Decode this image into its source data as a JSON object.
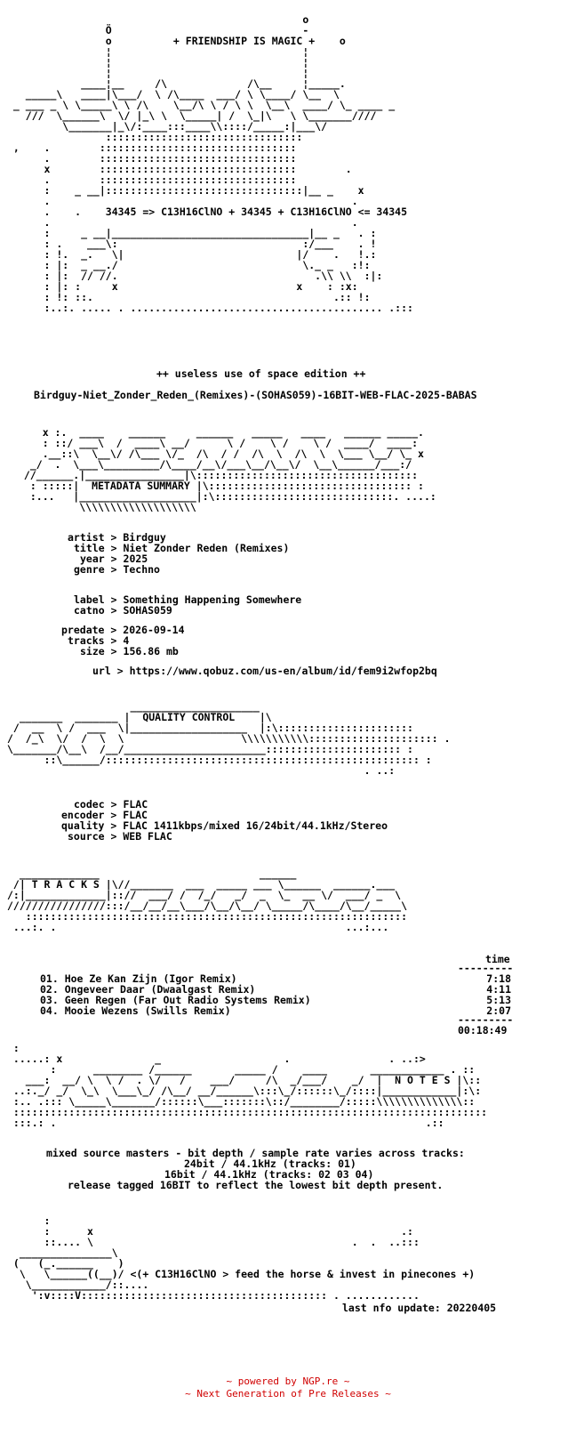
{
  "nfo": {
    "header_lines": [
      "                                                                ",
      "                                                o              ",
      "                Ö                               -              ",
      "                o          + FRIENDSHIP IS MAGIC +    o              ",
      "                ¦                               ¦              ",
      "                ¦                               ¦              ",
      "                ¦                               ¦              ",
      "            ____¦__     /\\             /\\__     ¦_____.        ",
      "   _____\\   ____|\\___/  \\ /\\____  ___/ \\ \\____/ \\__  \\        ",
      " _ ___ _ \\ \\_____\\ \\ /\\    \\__/\\ \\ / \\ \\  \\__\\  ____/ \\_ ____ _",
      "   ///  \\______\\  \\/ |_\\ \\  \\_____| /  \\_|\\   \\ \\_______//// ",
      "         \\_______|_\\/:____:::____\\\\::::/_____:|___\\/      ",
      "                ::::::::::::::::::::::::::::::::                 ",
      " ,    .        ::::::::::::::::::::::::::::::::                 ",
      "      .        ::::::::::::::::::::::::::::::::                 ",
      "      x        ::::::::::::::::::::::::::::::::        .        ",
      "      .        ::::::::::::::::::::::::::::::::                 ",
      "      :    _ __|::::::::::::::::::::::::::::::::|__ _    x       ",
      "      .                                                 .       ",
      "      .    .    34345 => C13H16ClNO + 34345 + C13H16ClNO <= 34345",
      "      .                                                 .       ",
      "      :     _ __|________________________________|__ _   . :    ",
      "      : .    ___\\:                              :/___    . !    ",
      "      : !.  _.   \\|                            |/    .   !.:    ",
      "      : |:  _ __./                              \\._ _   :!:    ",
      "      : |:  // //.                                .\\\\ \\\\  :|:    ",
      "      : |: :     x                             x    : :x:    ",
      "      : !: ::.                                       .:: !:    ",
      "      :..:. ..... . ......................................... .:::    "
    ],
    "edition": "++ useless use of space edition ++",
    "release_name": "Birdguy-Niet_Zonder_Reden_(Remixes)-(SOHAS059)-16BIT-WEB-FLAC-2025-BABAS",
    "metadata_art": [
      "    x :.  ____    ______     ______   _____   ____   ______ _____.   ",
      "    : ::/ ___\\  /  ____\\ __/      \\ /    \\ /    \\ /  ____/  ____:   ",
      "    .__::\\  \\__\\/ /\\___ \\/_  /\\  / /  /\\  \\  /\\  \\  \\___ \\__/ \\_ x ",
      "  _/  .  \\___\\_________/\\____/__\\/___\\__/\\__\\/  \\__\\______/___:/   ",
      " //______.|________________|\\:::::::::::::::::::::::::::::::::::: ",
      "  : :::::|  METADATA SUMMARY |\\::::::::::::::::::::::::::::::::: : ",
      "  :...   |___________________|:\\:::::::::::::::::::::::::::::. ....: ",
      "          \\\\\\\\\\\\\\\\\\\\\\\\\\\\\\\\\\\\\\                                    "
    ],
    "metadata": {
      "artist": "Birdguy",
      "title": "Niet Zonder Reden (Remixes)",
      "year": "2025",
      "genre": "Techno",
      "label": "Something Happening Somewhere",
      "catno": "SOHAS059",
      "predate": "2026-09-14",
      "tracks": "4",
      "size": "156.86 mb",
      "url": "https://www.qobuz.com/us-en/album/id/fem9i2wfop2bq"
    },
    "quality_art": [
      "                    _____________________                          ",
      "  _______  _______ |  QUALITY CONTROL    |\\                        ",
      " /  __  \\ /  ___  \\|___________________  |:\\:::::::::::::::::::::: ",
      "/  /_\\  \\/  /  \\  \\                   \\\\\\\\\\\\\\\\\\\\\\::::::::::::::::::::: . ",
      "\\_______/\\__\\  /__/_______________________:::::::::::::::::::::: : ",
      "      ::\\______/::::::::::::::::::::::::::::::::::::::::::::::::::: : ",
      "                                                          . ..: "
    ],
    "quality": {
      "codec": "FLAC",
      "encoder": "FLAC",
      "quality": "FLAC 1411kbps/mixed 16/24bit/44.1kHz/Stereo",
      "source": "WEB FLAC"
    },
    "tracks_art": [
      "  _____________                          ______                   ",
      " /| T R A C K S |\\//_______  ___  _____ ___ \\______  ______.___  ",
      "/:|_____________|:://  ___/ /  /_/   _/  _  \\_  __ \\/  ___/ _  \\ ",
      "////////////////:::/__/__/__\\___/\\__/\\__/ \\_____/\\____/\\__/_____\\ ",
      "   :::::::::::::::::::::::::::::::::::::::::::::::::::::::::::::: ",
      " ...:. .                                               ...:... "
    ],
    "tracks_header": "time",
    "tracklist": [
      {
        "num": "01.",
        "name": "Hoe Ze Kan Zijn (Igor Remix)",
        "time": "7:18"
      },
      {
        "num": "02.",
        "name": "Ongeveer Daar (Dwaalgast Remix)",
        "time": "4:11"
      },
      {
        "num": "03.",
        "name": "Geen Regen (Far Out Radio Systems Remix)",
        "time": "5:13"
      },
      {
        "num": "04.",
        "name": "Mooie Wezens (Swills Remix)",
        "time": "2:07"
      }
    ],
    "total_time": "00:18:49",
    "notes_art": [
      " :                                                              ",
      " .....: x               _                    .                . ..:>",
      "       :      ________ /______       _____ /    ____       ____________ . ::",
      "   ___:  __/ \\  \\ /  . \\/   /    ___/     /\\  _/___/    _/  |  N O T E S |\\::",
      " ..:._/ _/  \\_\\  \\___\\_/ /\\__/ __/______\\:::\\_/::::::\\_/::::|____________|:\\:",
      " :.. .::: \\_____\\_______/::::::\\___:::::::\\::/________/:::::\\\\\\\\\\\\\\\\\\\\\\\\\\\\:: ",
      " ::::::::::::::::::::::::::::::::::::::::::::::::::::::::::::::::::::::::::::: ",
      " :::.: .                                                            .:: "
    ],
    "notes": [
      "mixed source masters - bit depth / sample rate varies across tracks:",
      "24bit / 44.1kHz (tracks: 01)",
      "16bit / 44.1kHz (tracks: 02 03 04)",
      "release tagged 16BIT to reflect the lowest bit depth present."
    ],
    "footer_art": [
      "      :                                                           ",
      "      :      x                                                  .: ",
      "      ::.... \\                                          .  .  ..:::",
      "  _______________\\                                                 ",
      " (   (_.______    )                                               ",
      "  \\   \\______((__)/ <(+ C13H16ClNO > feed the horse & invest in pinecones +)",
      "   \\____________/::....                                           ",
      "    ':v::::V:::::::::::::::::::::::::::::::::::::::: . ............"
    ],
    "last_update": "last nfo update: 20220405",
    "powered_by": "~ powered by NGP.re ~",
    "powered_tagline": "~ Next Generation of Pre Releases ~",
    "labels": {
      "artist": "artist",
      "title": "title",
      "year": "year",
      "genre": "genre",
      "label": "label",
      "catno": "catno",
      "predate": "predate",
      "tracks": "tracks",
      "size": "size",
      "url": "url",
      "codec": "codec",
      "encoder": "encoder",
      "quality": "quality",
      "source": "source",
      "sep": ">"
    },
    "colors": {
      "text": "#000000",
      "footer": "#d00000",
      "background": "#ffffff"
    }
  }
}
